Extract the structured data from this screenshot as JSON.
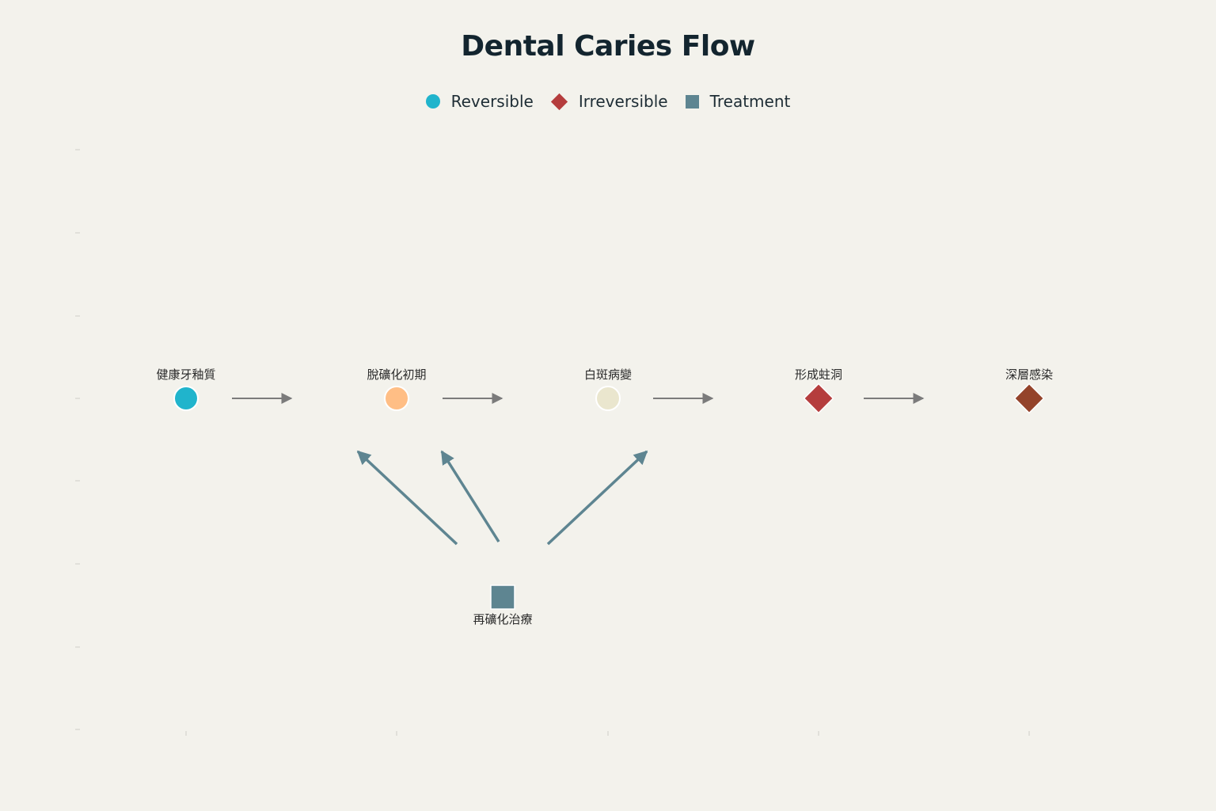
{
  "title": "Dental Caries Flow",
  "legend": [
    {
      "label": "Reversible",
      "shape": "circle",
      "color": "#20b4cc"
    },
    {
      "label": "Irreversible",
      "shape": "diamond",
      "color": "#b53d3d"
    },
    {
      "label": "Treatment",
      "shape": "square",
      "color": "#5e8591"
    }
  ],
  "nodes": [
    {
      "id": "healthy",
      "label": "健康牙釉質",
      "shape": "circle",
      "color": "#20b4cc"
    },
    {
      "id": "demin",
      "label": "脫礦化初期",
      "shape": "circle",
      "color": "#ffbe85"
    },
    {
      "id": "whitespot",
      "label": "白斑病變",
      "shape": "circle",
      "color": "#eae6ce"
    },
    {
      "id": "cavity",
      "label": "形成蛀洞",
      "shape": "diamond",
      "color": "#b53d3d"
    },
    {
      "id": "infection",
      "label": "深層感染",
      "shape": "diamond",
      "color": "#94432a"
    },
    {
      "id": "remin",
      "label": "再礦化治療",
      "shape": "square",
      "color": "#5e8591"
    }
  ],
  "edges": [
    {
      "from": "healthy",
      "to": "demin"
    },
    {
      "from": "demin",
      "to": "whitespot"
    },
    {
      "from": "whitespot",
      "to": "cavity"
    },
    {
      "from": "cavity",
      "to": "infection"
    },
    {
      "from": "remin",
      "to": "demin"
    },
    {
      "from": "remin",
      "to": "demin"
    },
    {
      "from": "remin",
      "to": "whitespot"
    }
  ]
}
